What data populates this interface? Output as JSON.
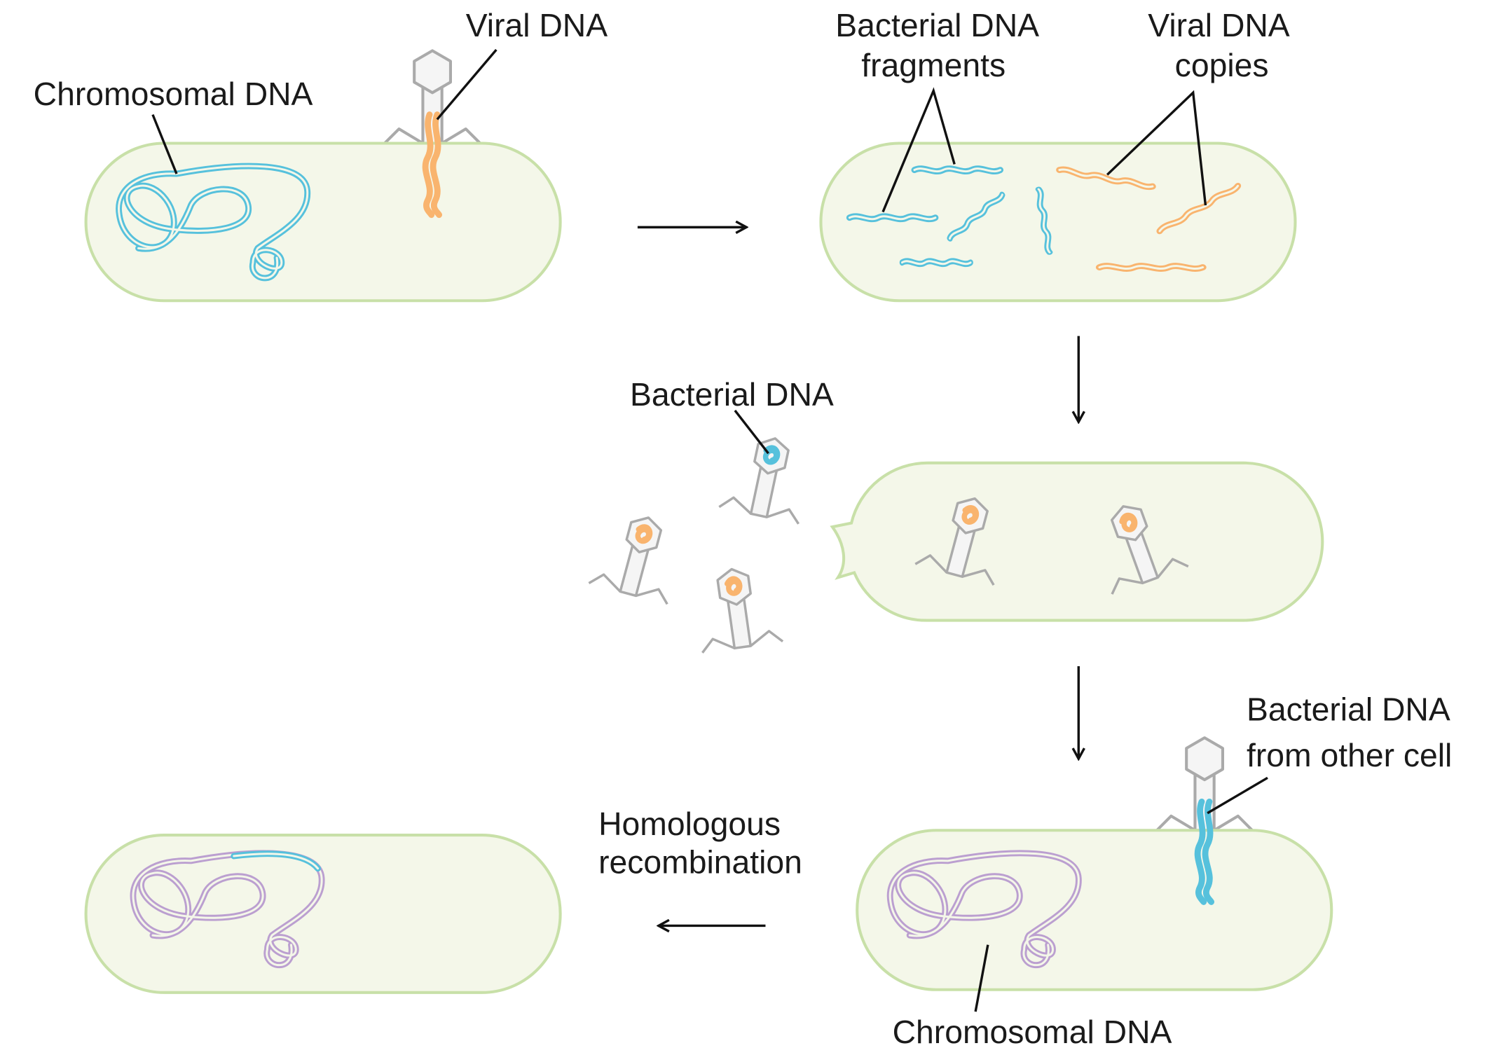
{
  "labels": {
    "viral_dna": "Viral DNA",
    "chromosomal_dna_top": "Chromosomal DNA",
    "bacterial_fragments_1": "Bacterial DNA",
    "bacterial_fragments_2": "fragments",
    "viral_copies_1": "Viral DNA",
    "viral_copies_2": "copies",
    "bacterial_dna_phage": "Bacterial DNA",
    "other_cell_1": "Bacterial DNA",
    "other_cell_2": "from other cell",
    "homologous_1": "Homologous",
    "homologous_2": "recombination",
    "chromosomal_dna_bottom": "Chromosomal DNA"
  },
  "colors": {
    "cell_fill": "#f4f7e9",
    "cell_outline": "#c8e0a8",
    "bacterial_dna": "#56c1dc",
    "viral_dna": "#f9b46e",
    "recipient_chromosome": "#bb9fd0",
    "phage": "#aaaaaa"
  }
}
